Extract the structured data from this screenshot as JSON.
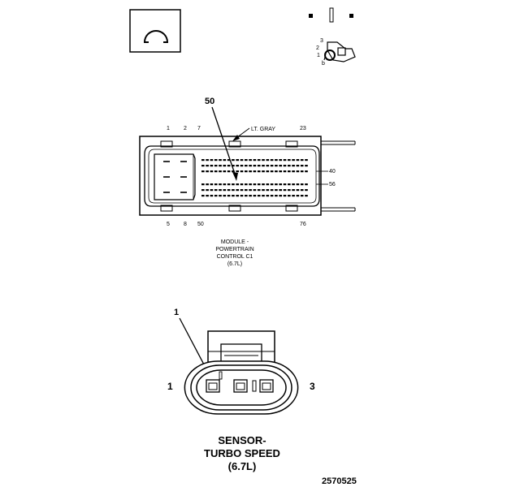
{
  "pcm": {
    "callout": "50",
    "wire_color": "LT. GRAY",
    "top_pins": [
      "1",
      "2",
      "7",
      "23"
    ],
    "bottom_pins": [
      "5",
      "8",
      "50",
      "76"
    ],
    "side_pins": [
      "40",
      "56"
    ],
    "caption": [
      "MODULE -",
      "POWERTRAIN",
      "CONTROL C1",
      "(6.7L)"
    ]
  },
  "sensor": {
    "callout": "1",
    "pin_left": "1",
    "pin_right": "3",
    "caption": [
      "SENSOR-",
      "TURBO SPEED",
      "(6.7L)"
    ]
  },
  "locator": {
    "numbers": [
      "3",
      "2",
      "1",
      "b"
    ]
  },
  "figure_id": "2570525"
}
